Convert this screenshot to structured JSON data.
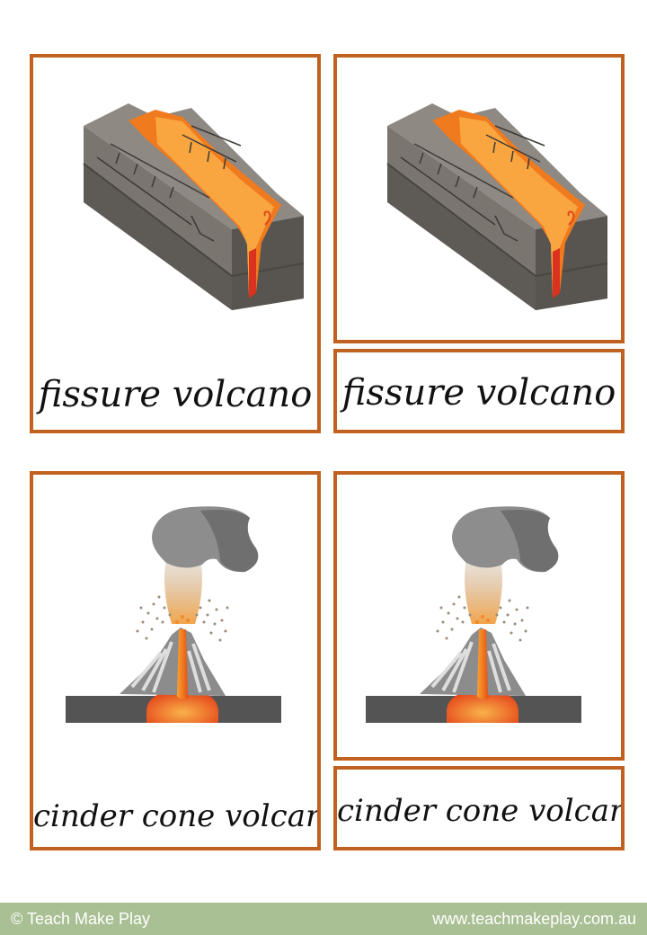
{
  "cards": {
    "card1": {
      "label": "fissure volcano"
    },
    "card2": {
      "label": "fissure volcano"
    },
    "card3": {
      "label": "cinder cone volcano"
    },
    "card4": {
      "label": "cinder cone volcano"
    }
  },
  "footer": {
    "copyright": "© Teach Make Play",
    "website": "www.teachmakeplay.com.au"
  },
  "colors": {
    "border": "#c0611f",
    "footer_bg": "#a9bf94",
    "lava": "#f07a1e",
    "rock": "#6f6a64"
  }
}
